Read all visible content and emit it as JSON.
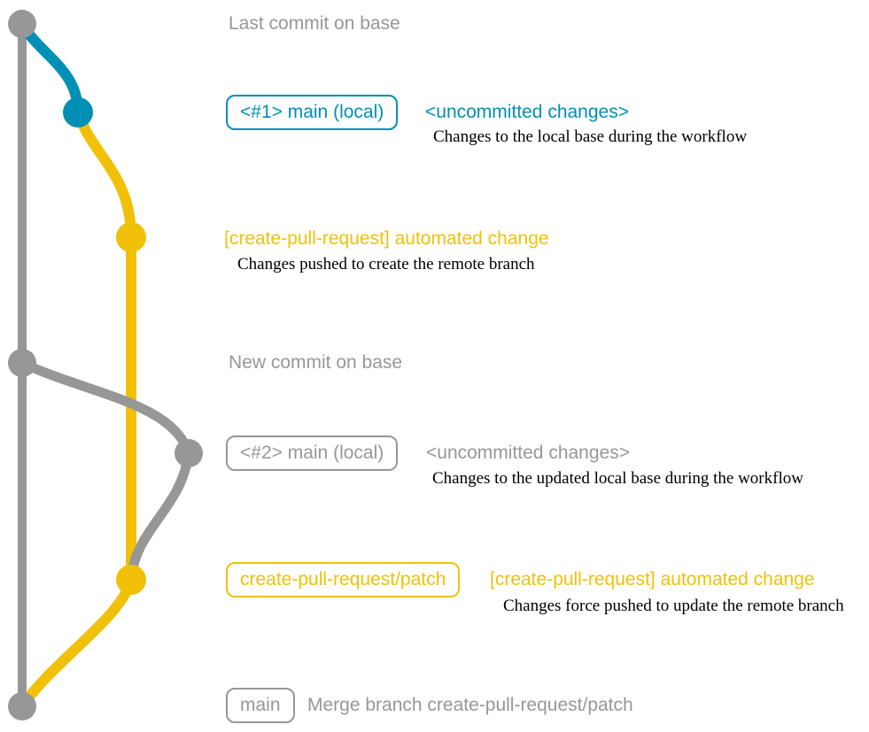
{
  "diagram": {
    "colors": {
      "base": "#979797",
      "local": "#008fb5",
      "remote": "#f1c109",
      "note": "#000000",
      "background": "#ffffff"
    },
    "rows": {
      "last_commit": {
        "message": "Last commit on base"
      },
      "local1": {
        "tag": "<#1> main (local)",
        "message": "<uncommitted changes>",
        "note": "Changes to the local base during the workflow"
      },
      "remote1": {
        "message": "[create-pull-request] automated change",
        "note": "Changes pushed to create the remote branch"
      },
      "new_commit": {
        "message": "New commit on base"
      },
      "local2": {
        "tag": "<#2> main (local)",
        "message": "<uncommitted changes>",
        "note": "Changes to the updated local base during the workflow"
      },
      "remote2": {
        "tag": "create-pull-request/patch",
        "message": "[create-pull-request] automated change",
        "note": "Changes force pushed to update the remote branch"
      },
      "merge": {
        "tag": "main",
        "message": "Merge branch create-pull-request/patch"
      }
    }
  }
}
